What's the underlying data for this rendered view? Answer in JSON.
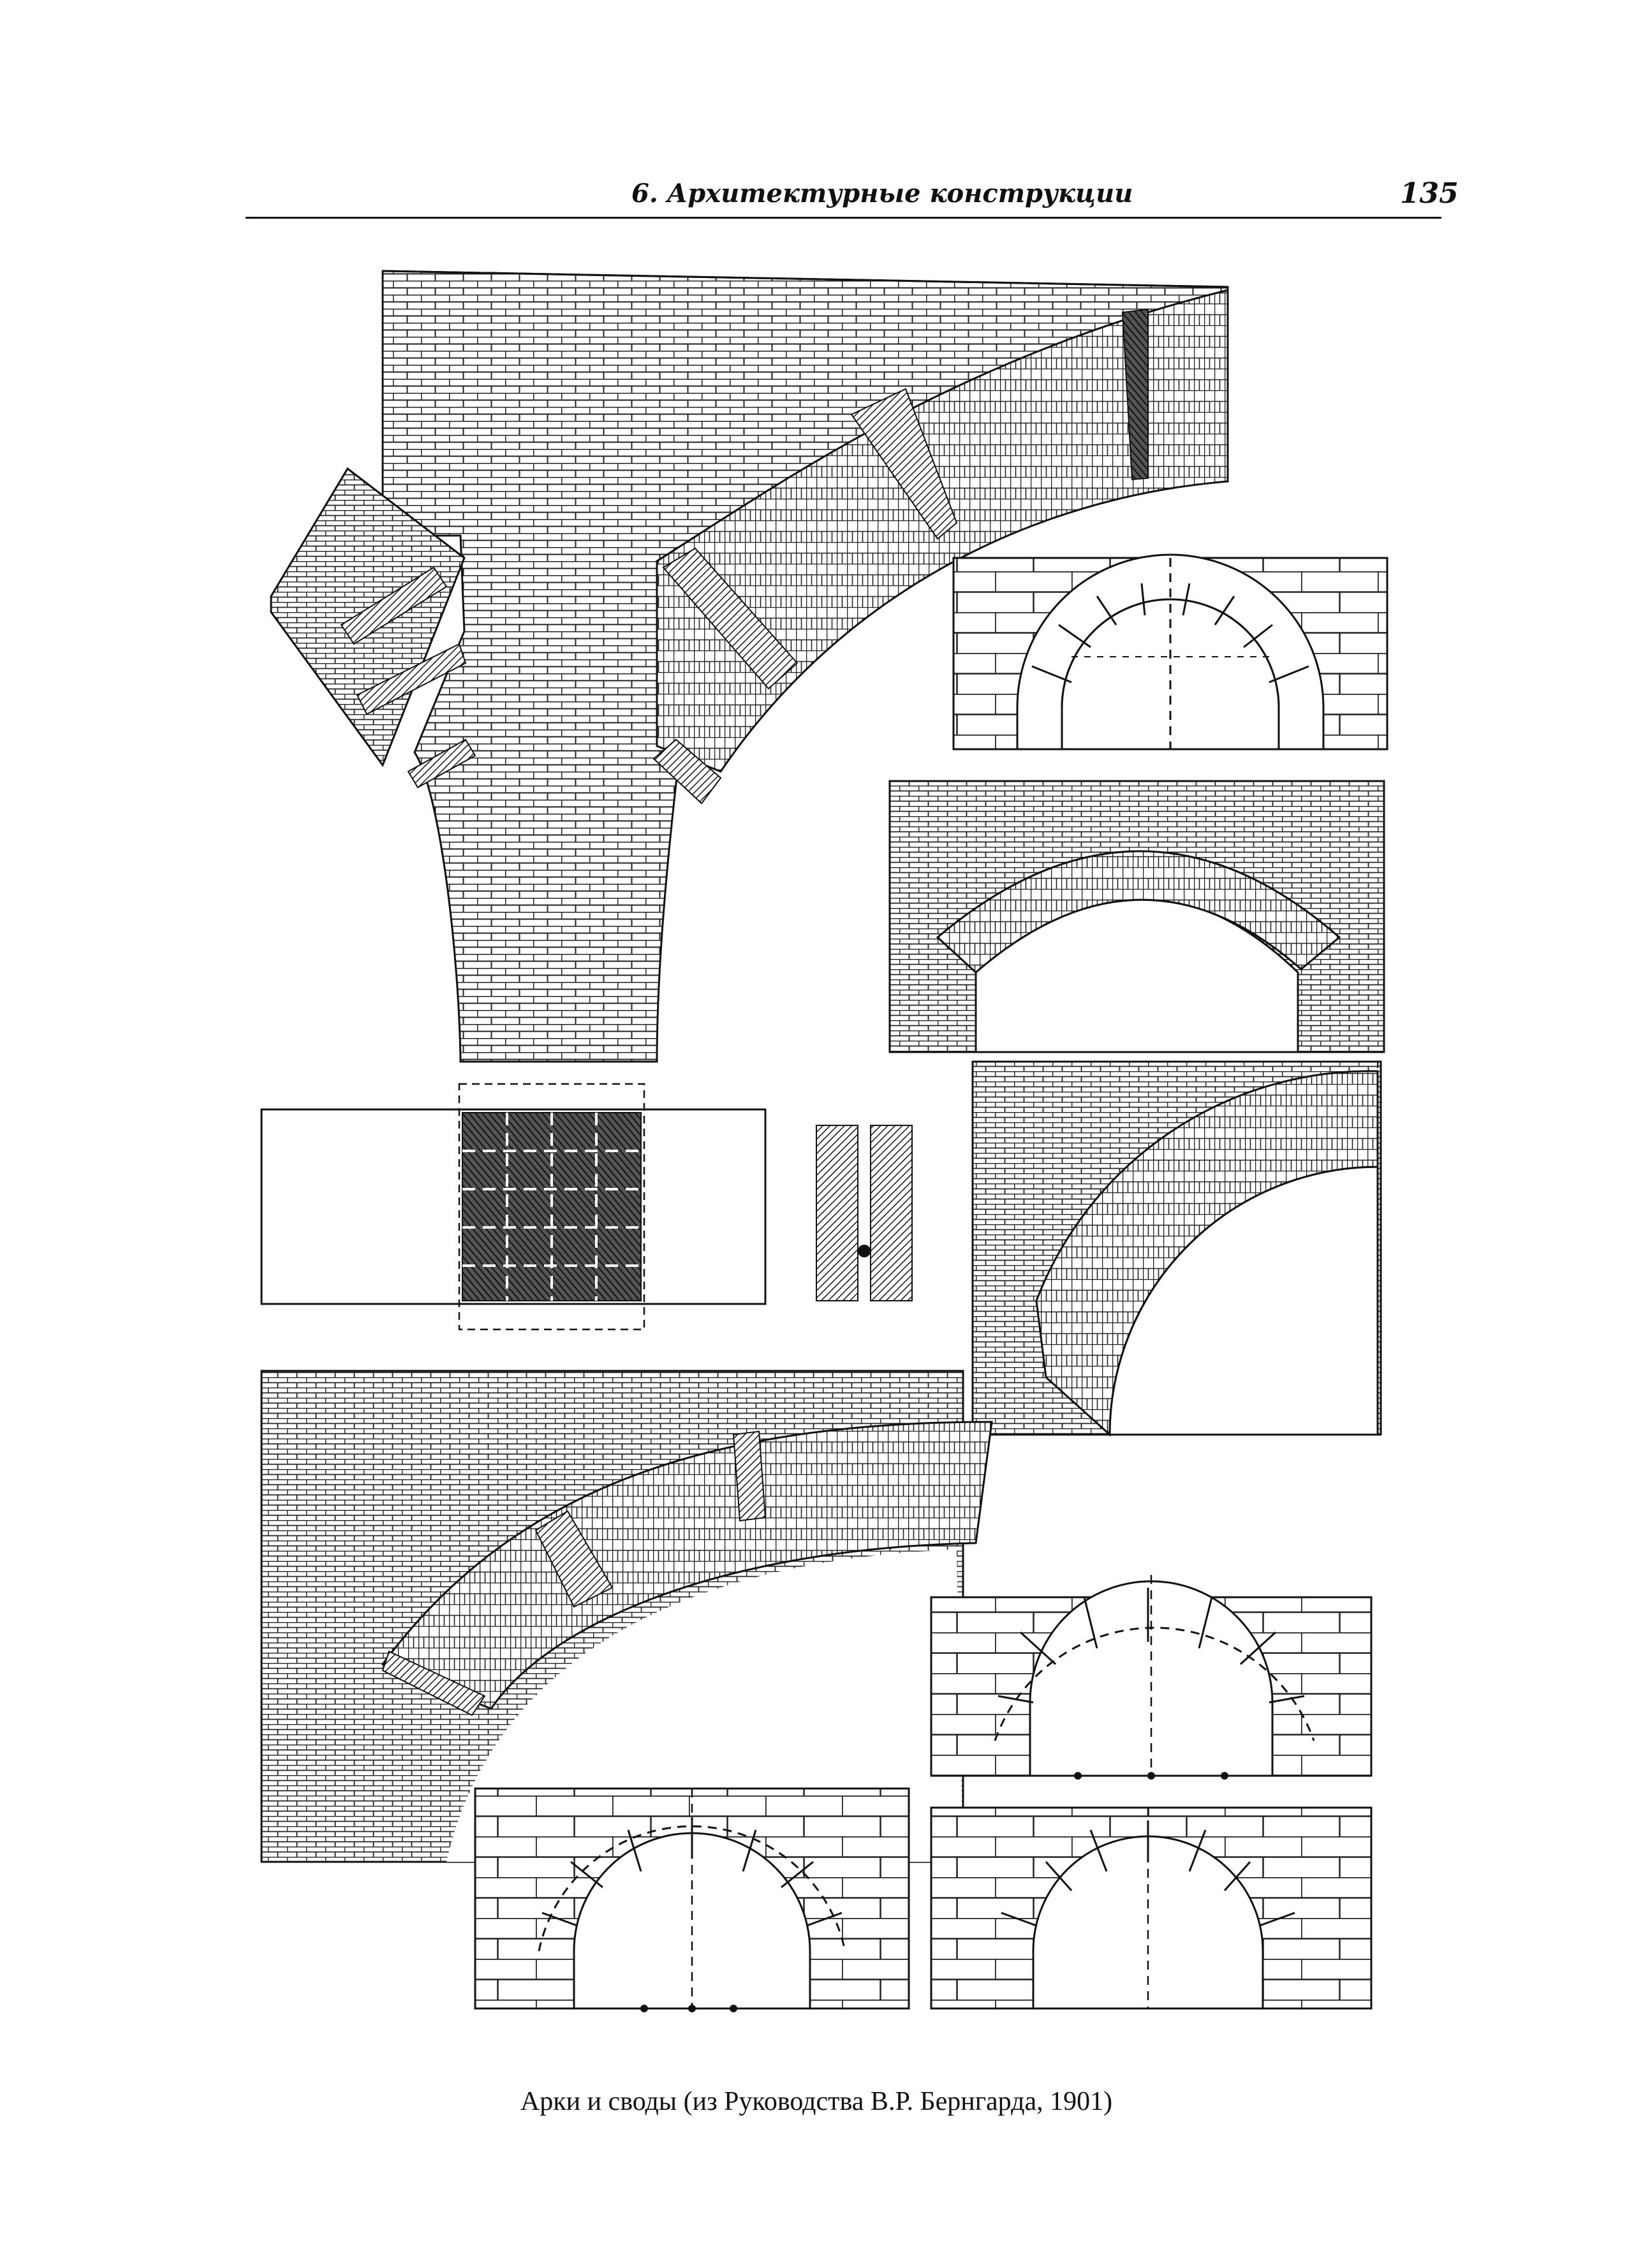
{
  "header": {
    "running_title": "6. Архитектурные конструкции",
    "page_number": "135"
  },
  "caption": "Арки и своды (из Руководства В.Р. Бернгарда, 1901)"
}
